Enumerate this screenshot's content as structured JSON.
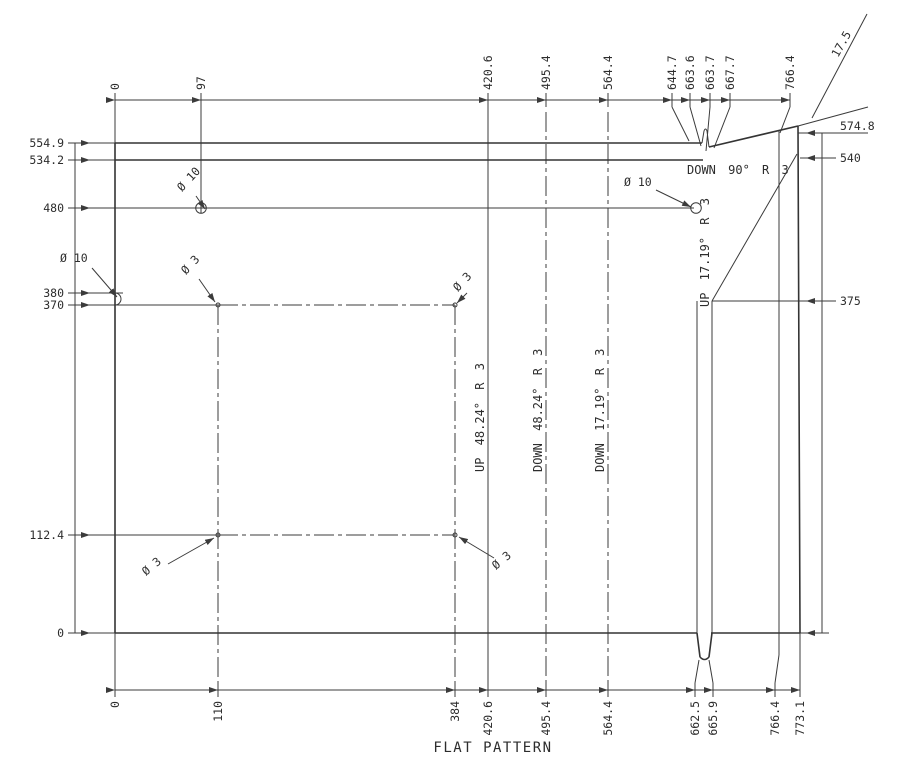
{
  "caption": "FLAT PATTERN",
  "colors": {
    "line": "#3b3b3b",
    "text": "#2d2d2d",
    "background": "#ffffff"
  },
  "top_dims": [
    "0",
    "97",
    "420.6",
    "495.4",
    "564.4",
    "644.7",
    "663.6",
    "663.7",
    "667.7",
    "766.4"
  ],
  "bottom_dims": [
    "0",
    "110",
    "384",
    "420.6",
    "495.4",
    "564.4",
    "662.5",
    "665.9",
    "766.4",
    "773.1"
  ],
  "left_dims": [
    "554.9",
    "534.2",
    "480",
    "380",
    "370",
    "112.4",
    "0"
  ],
  "right_dims": [
    "574.8",
    "540",
    "375"
  ],
  "angle_dim": "17.5",
  "bends": [
    "UP 48.24° R 3",
    "DOWN 48.24° R 3",
    "DOWN 17.19° R 3",
    "UP 17.19° R 3",
    "DOWN 90° R 3"
  ],
  "holes": [
    "Ø 10",
    "Ø 10",
    "Ø 10",
    "Ø 3",
    "Ø 3",
    "Ø 3",
    "Ø 3"
  ]
}
